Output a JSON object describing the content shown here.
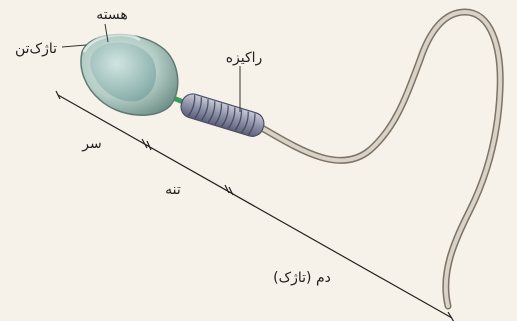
{
  "labels": {
    "nucleus": "هسته",
    "acrosome": "تاژک‌تن",
    "mitochondria": "راکیزه",
    "head": "سر",
    "midpiece": "تنه",
    "tail": "دم (تاژک)"
  }
}
